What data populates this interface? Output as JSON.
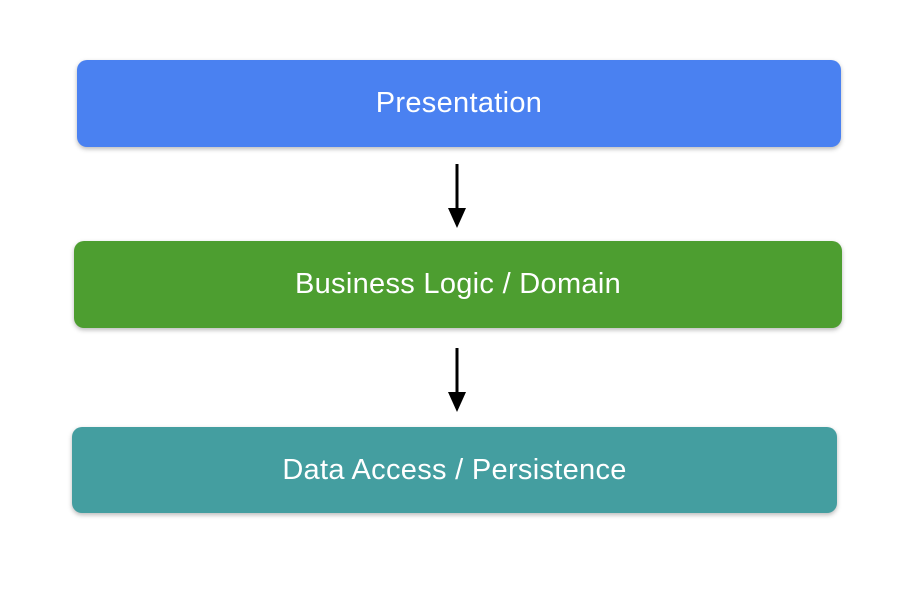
{
  "diagram": {
    "background": "#ffffff",
    "text_color": "#ffffff",
    "arrow_color": "#000000",
    "layers": [
      {
        "label": "Presentation",
        "color": "#4a81f1"
      },
      {
        "label": "Business Logic / Domain",
        "color": "#4d9e30"
      },
      {
        "label": "Data Access / Persistence",
        "color": "#449ea0"
      }
    ]
  }
}
